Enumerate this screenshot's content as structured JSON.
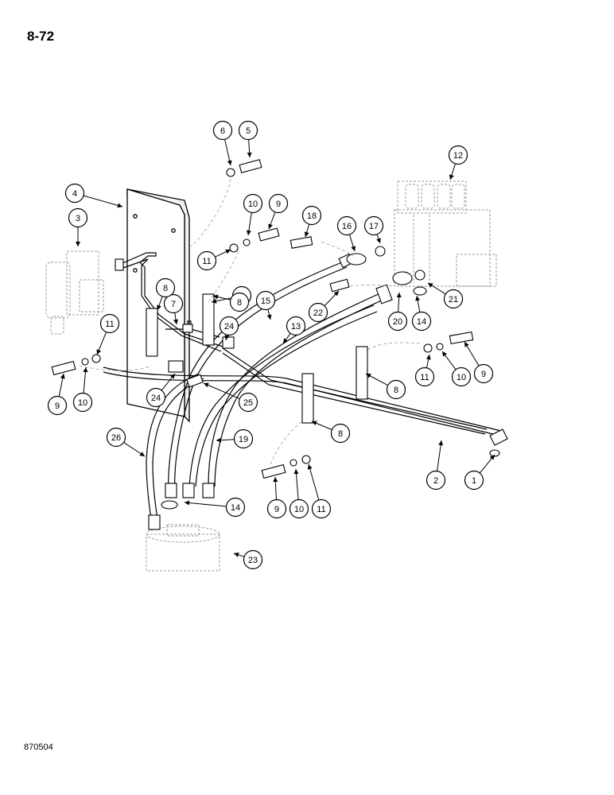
{
  "page": {
    "number": "8-72",
    "figure_code": "870504"
  },
  "callouts": [
    "1",
    "2",
    "3",
    "4",
    "5",
    "6",
    "7",
    "8",
    "8",
    "8",
    "8",
    "8",
    "9",
    "9",
    "9",
    "9",
    "10",
    "10",
    "10",
    "10",
    "11",
    "11",
    "11",
    "11",
    "12",
    "13",
    "14",
    "14",
    "15",
    "16",
    "17",
    "18",
    "19",
    "20",
    "21",
    "22",
    "23",
    "24",
    "24",
    "25",
    "26"
  ],
  "colors": {
    "line": "#000000",
    "ghost": "#9a9a9a",
    "background": "#ffffff"
  }
}
